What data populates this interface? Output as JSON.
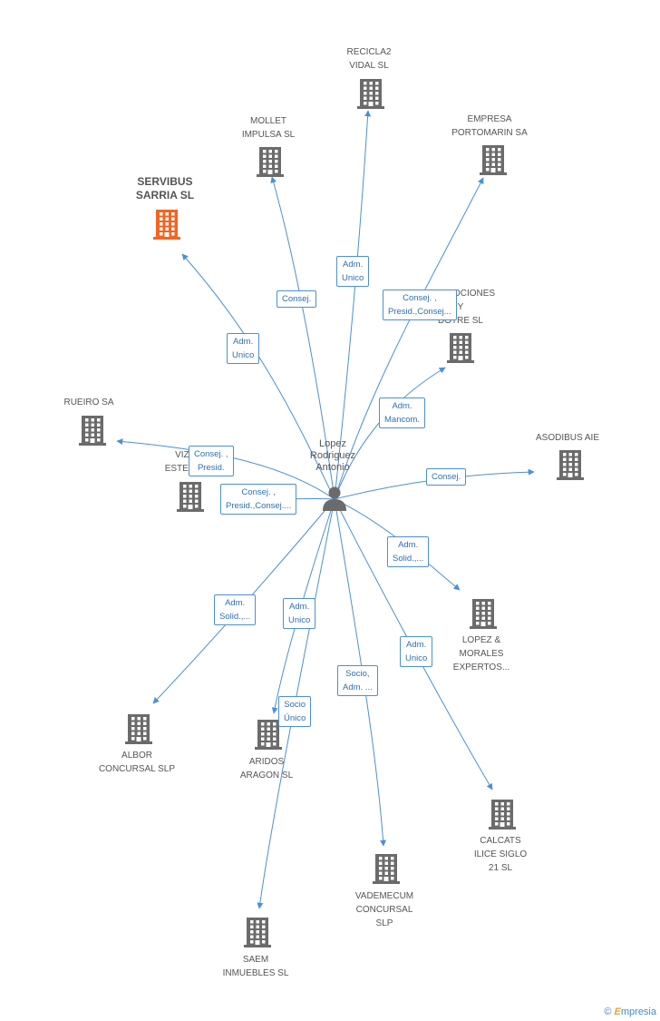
{
  "center": {
    "label": "Lopez\nRodriguez\nAntonio",
    "icon": "person-icon"
  },
  "nodes": [
    {
      "id": "servibus",
      "label": "SERVIBUS\nSARRIA SL",
      "focus": true
    },
    {
      "id": "mollet",
      "label": "MOLLET\nIMPULSA  SL"
    },
    {
      "id": "recicla2",
      "label": "RECICLA2\nVIDAL SL"
    },
    {
      "id": "portomarin",
      "label": "EMPRESA\nPORTOMARIN SA"
    },
    {
      "id": "promociones",
      "label": "PROMOCIONES\nY\nDOTRE SL"
    },
    {
      "id": "rueiro",
      "label": "RUEIRO SA"
    },
    {
      "id": "vizoso",
      "label": "VIZOSO\nESTEVEZ SL"
    },
    {
      "id": "asodibus",
      "label": "ASODIBUS AIE"
    },
    {
      "id": "lopezmorales",
      "label": "LOPEZ &\nMORALES\nEXPERTOS..."
    },
    {
      "id": "albor",
      "label": "ALBOR\nCONCURSAL SLP"
    },
    {
      "id": "aridos",
      "label": "ARIDOS\nARAGON SL"
    },
    {
      "id": "calcats",
      "label": "CALCATS\nILICE SIGLO\n21 SL"
    },
    {
      "id": "vademecum",
      "label": "VADEMECUM\nCONCURSAL\nSLP"
    },
    {
      "id": "saem",
      "label": "SAEM\nINMUEBLES SL"
    }
  ],
  "edges": [
    {
      "to": "servibus",
      "label": "Adm.\nUnico"
    },
    {
      "to": "mollet",
      "label": "Consej."
    },
    {
      "to": "recicla2",
      "label": "Adm.\nUnico"
    },
    {
      "to": "portomarin",
      "label": "Consej. ,\nPresid.,Consej..."
    },
    {
      "to": "promociones",
      "label": "Adm.\nMancom."
    },
    {
      "to": "rueiro",
      "label": "Consej. ,\nPresid."
    },
    {
      "to": "vizoso",
      "label": "Consej. ,\nPresid.,Consej...."
    },
    {
      "to": "asodibus",
      "label": "Consej."
    },
    {
      "to": "lopezmorales",
      "label": "Adm.\nSolid.,..."
    },
    {
      "to": "albor",
      "label": "Adm.\nSolid.,..."
    },
    {
      "to": "aridos",
      "label": "Adm.\nUnico"
    },
    {
      "to": "calcats",
      "label": "Adm.\nUnico"
    },
    {
      "to": "vademecum",
      "label": "Socio,\nAdm. ..."
    },
    {
      "to": "saem",
      "label": "Socio\nÚnico"
    }
  ],
  "colors": {
    "edge": "#4a90d9",
    "node": "#6b6b6b",
    "focus": "#f26522"
  },
  "brand": {
    "symbol": "©",
    "initial": "E",
    "rest": "mpresia"
  }
}
